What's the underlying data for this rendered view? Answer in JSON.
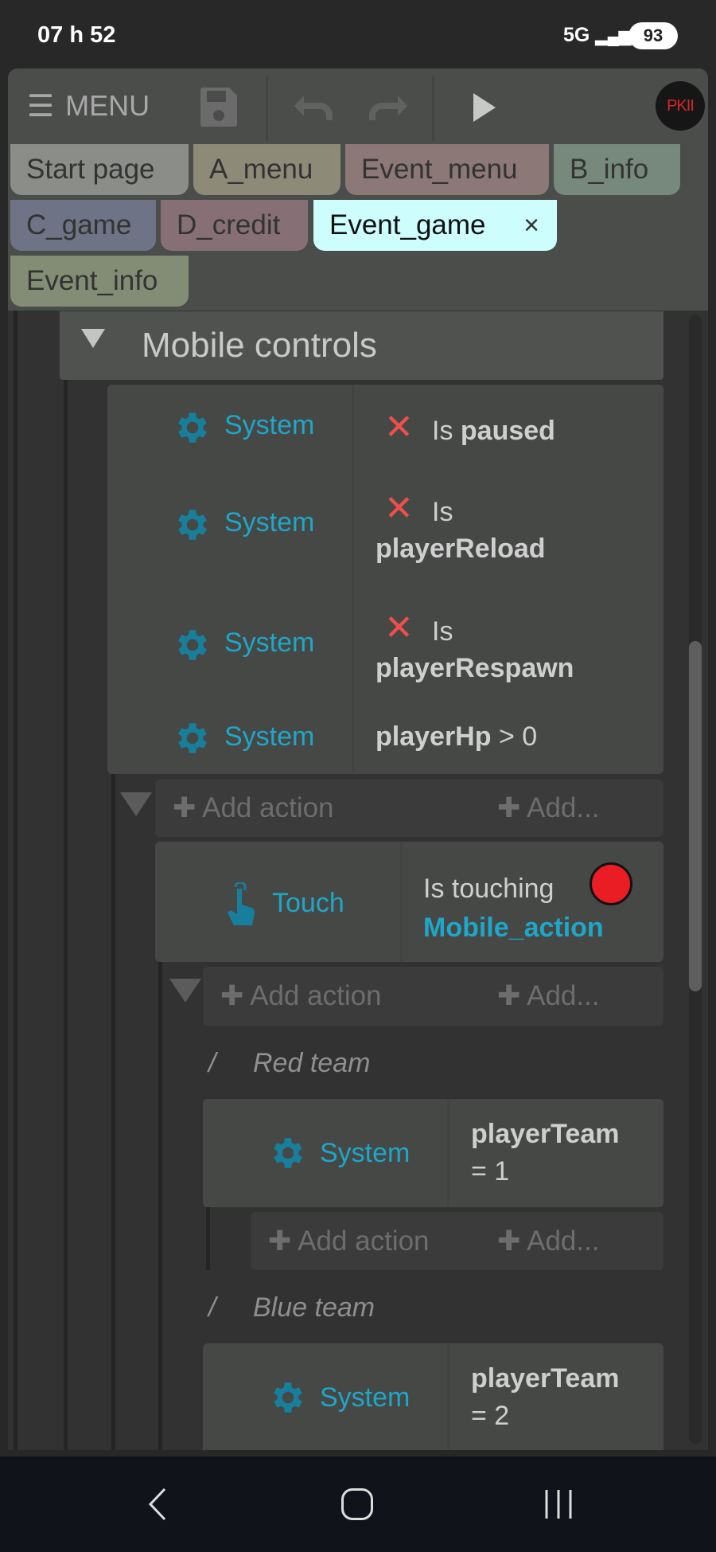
{
  "status": {
    "time": "07 h 52",
    "network": "5G",
    "battery": "93"
  },
  "toolbar": {
    "menu_label": "MENU",
    "avatar_text": "PKII"
  },
  "tabs": [
    {
      "label": "Start page",
      "color": "#8a8d88"
    },
    {
      "label": "A_menu",
      "color": "#8e8a78"
    },
    {
      "label": "Event_menu",
      "color": "#8c7876"
    },
    {
      "label": "B_info",
      "color": "#77897c"
    },
    {
      "label": "C_game",
      "color": "#6e7385"
    },
    {
      "label": "D_credit",
      "color": "#876f76"
    },
    {
      "label": "Event_game",
      "color": "#cdfdfd",
      "active": true,
      "close": "×"
    },
    {
      "label": "Event_info",
      "color": "#838d75"
    }
  ],
  "group": {
    "title": "Mobile controls"
  },
  "conditions": [
    {
      "object": "System",
      "negated": true,
      "prefix": "Is",
      "name": "paused"
    },
    {
      "object": "System",
      "negated": true,
      "prefix": "Is",
      "name": "playerReload"
    },
    {
      "object": "System",
      "negated": true,
      "prefix": "Is",
      "name": "playerRespawn"
    },
    {
      "object": "System",
      "negated": false,
      "name": "playerHp",
      "op": "> 0"
    }
  ],
  "add": {
    "action": "Add action",
    "more": "Add..."
  },
  "touch": {
    "object": "Touch",
    "text": "Is touching",
    "target": "Mobile_action"
  },
  "red": {
    "comment": "Red team",
    "object": "System",
    "name": "playerTeam",
    "op": "= 1"
  },
  "blue": {
    "comment": "Blue team",
    "object": "System",
    "name": "playerTeam",
    "op": "= 2"
  },
  "colors": {
    "accent": "#1fa6c8",
    "negate": "#ee4f4a"
  }
}
